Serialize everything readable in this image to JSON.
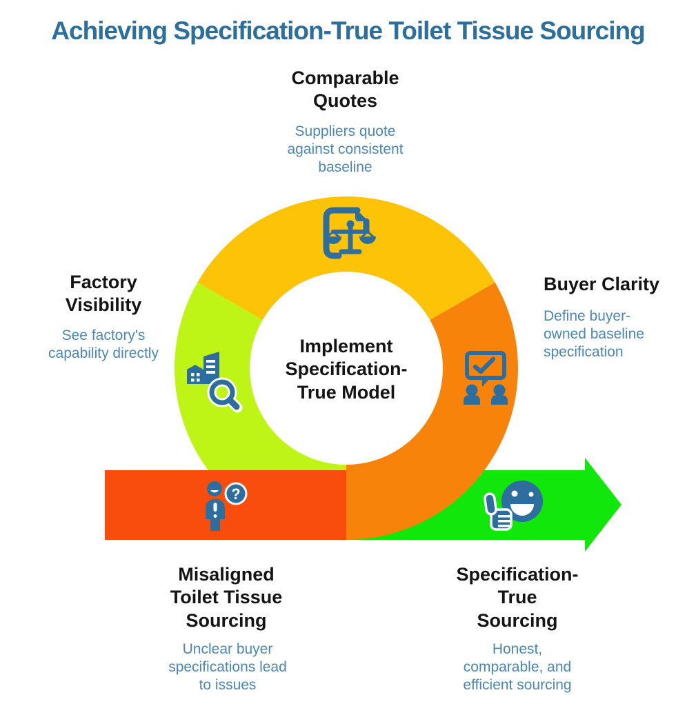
{
  "title": "Achieving Specification-True Toilet Tissue Sourcing",
  "center": {
    "label": "Implement\nSpecification-\nTrue Model"
  },
  "stages": {
    "comparable_quotes": {
      "heading": "Comparable\nQuotes",
      "description": "Suppliers quote\nagainst consistent\nbaseline",
      "icon": "document-scales-icon",
      "segment_color": "yellow"
    },
    "buyer_clarity": {
      "heading": "Buyer Clarity",
      "description": "Define buyer-\nowned baseline\nspecification",
      "icon": "discussion-check-icon",
      "segment_color": "orange"
    },
    "factory_visibility": {
      "heading": "Factory\nVisibility",
      "description": "See factory's\ncapability directly",
      "icon": "factory-search-icon",
      "segment_color": "lime"
    },
    "misaligned_sourcing": {
      "heading": "Misaligned\nToilet Tissue\nSourcing",
      "description": "Unclear buyer\nspecifications lead\nto issues",
      "icon": "person-question-icon",
      "bar_color": "red_orange"
    },
    "spec_true_sourcing": {
      "heading": "Specification-\nTrue\nSourcing",
      "description": "Honest,\ncomparable, and\nefficient sourcing",
      "icon": "smiley-thumbsup-icon",
      "bar_color": "green"
    }
  },
  "icons": {
    "question_mark_glyph": "?"
  },
  "colors": {
    "yellow": "#FDC307",
    "lime": "#BFF516",
    "orange": "#F8830B",
    "red_orange": "#F94D0E",
    "green": "#11E70A",
    "icon_blue": "#2E6E9E",
    "title_blue": "#2C6E9C",
    "subtitle_blue": "#4C86B1",
    "heading_black": "#141414"
  }
}
